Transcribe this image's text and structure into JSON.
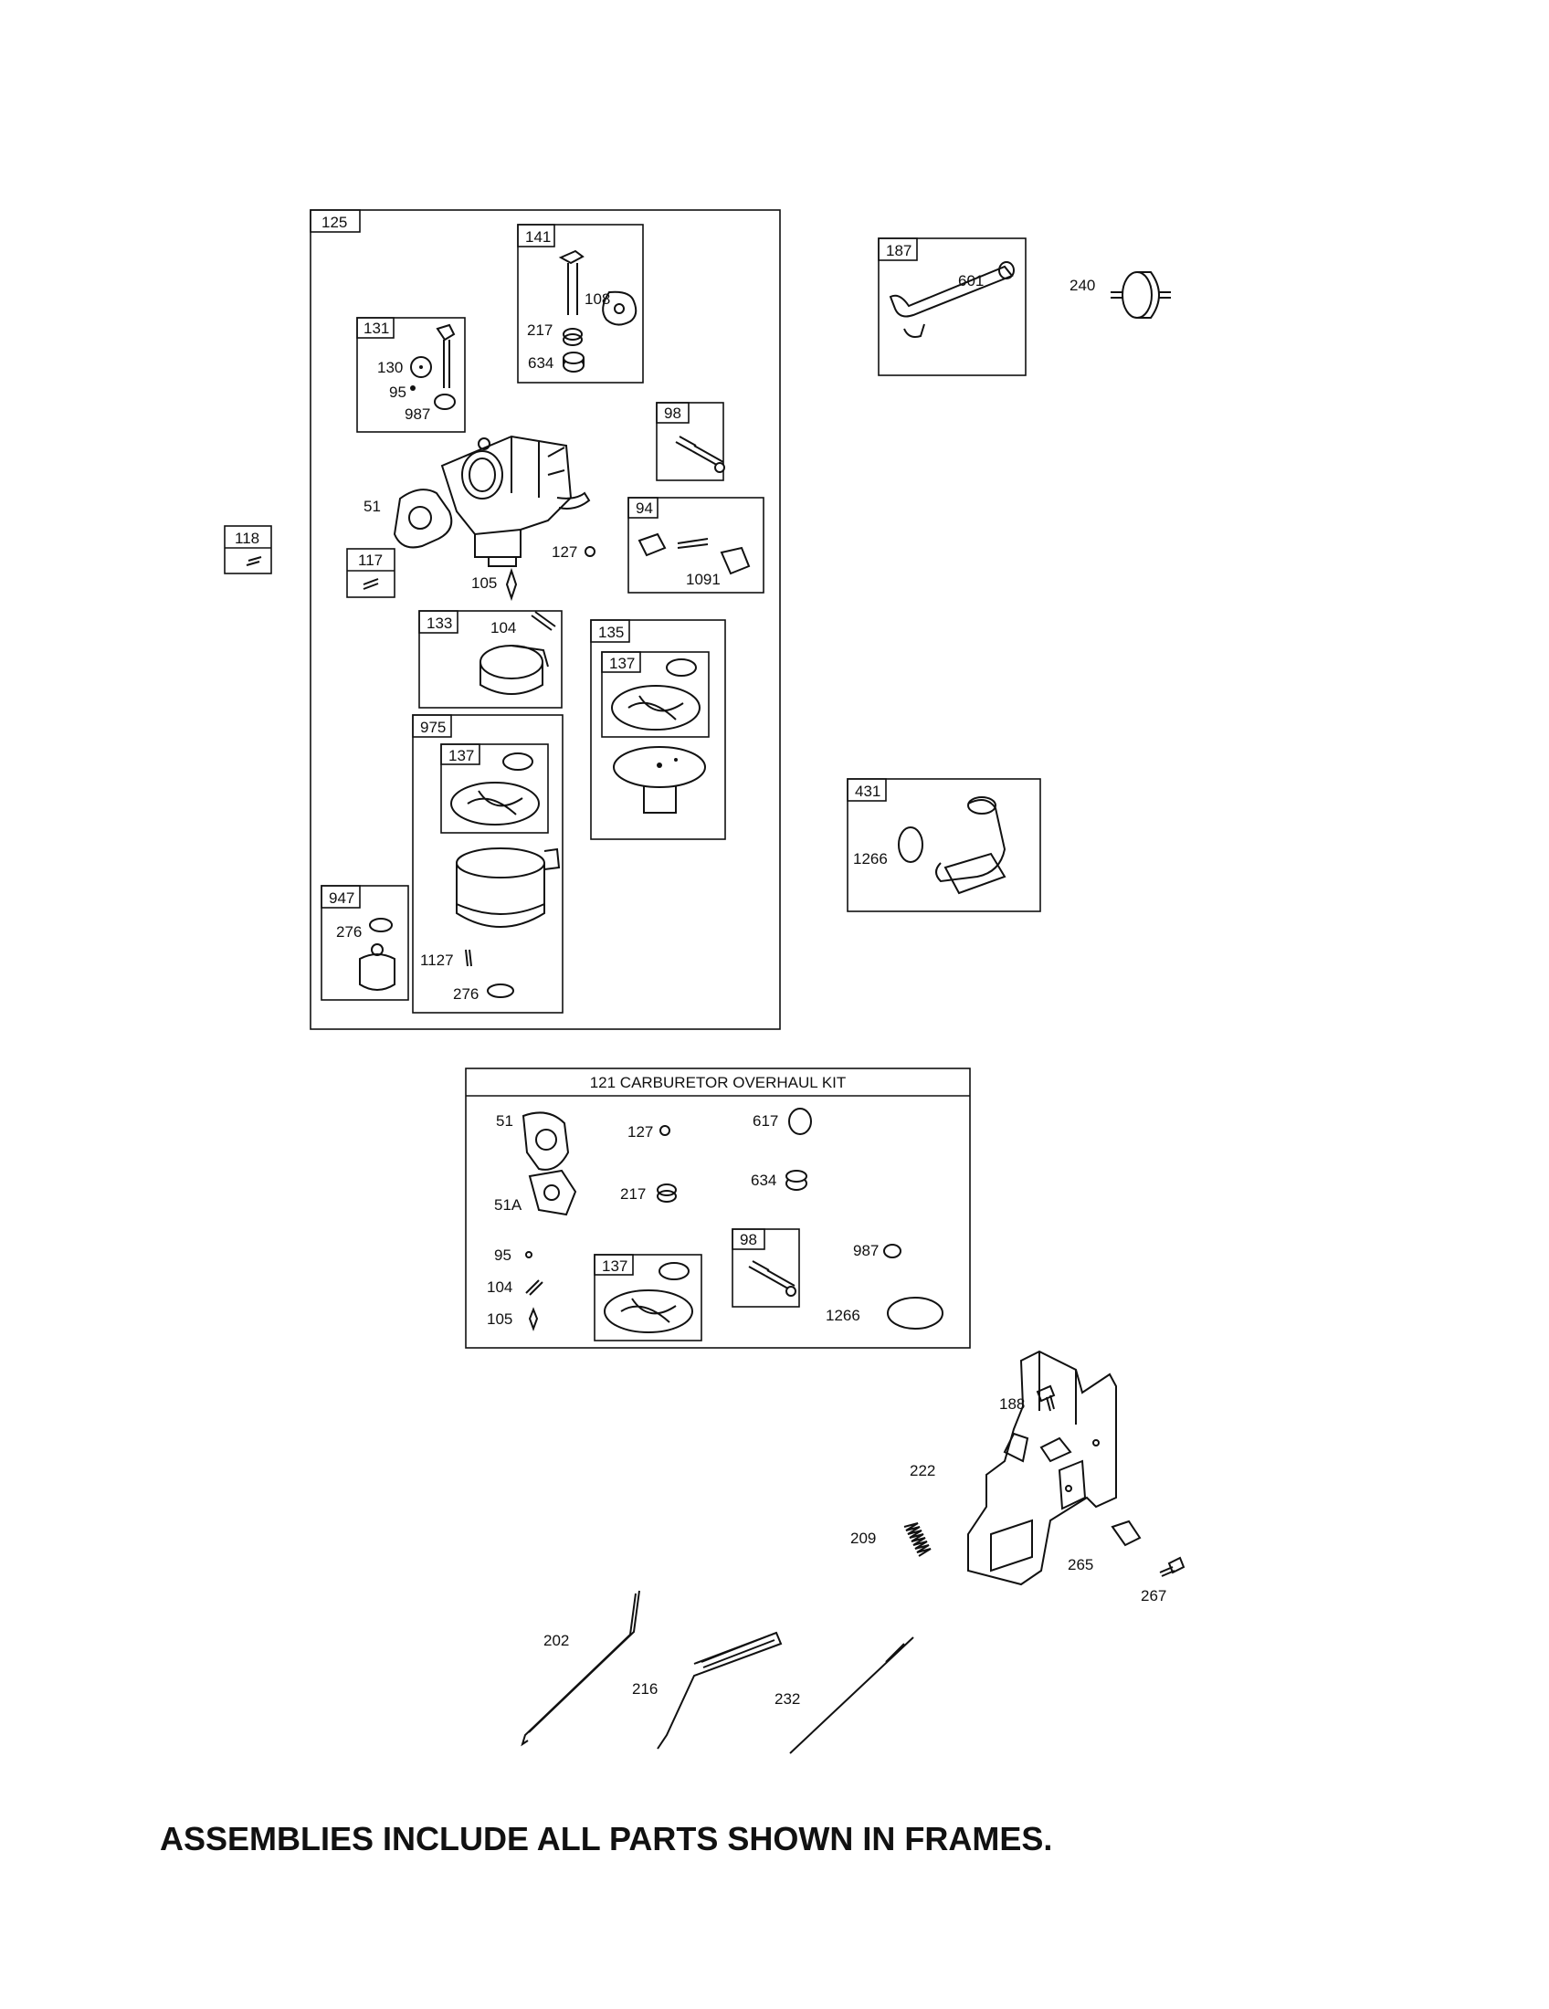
{
  "frames": [
    {
      "id": "125",
      "label": "125"
    },
    {
      "id": "141",
      "label": "141"
    },
    {
      "id": "131",
      "label": "131"
    },
    {
      "id": "98a",
      "label": "98"
    },
    {
      "id": "94",
      "label": "94"
    },
    {
      "id": "118",
      "label": "118"
    },
    {
      "id": "117",
      "label": "117"
    },
    {
      "id": "133",
      "label": "133"
    },
    {
      "id": "135",
      "label": "135"
    },
    {
      "id": "137a",
      "label": "137"
    },
    {
      "id": "975",
      "label": "975"
    },
    {
      "id": "137b",
      "label": "137"
    },
    {
      "id": "947",
      "label": "947"
    },
    {
      "id": "187",
      "label": "187"
    },
    {
      "id": "431",
      "label": "431"
    },
    {
      "id": "137c",
      "label": "137"
    },
    {
      "id": "98b",
      "label": "98"
    }
  ],
  "kit": {
    "title": "121 CARBURETOR OVERHAUL KIT"
  },
  "labels": {
    "p108": "108",
    "p217a": "217",
    "p634a": "634",
    "p130": "130",
    "p95a": "95",
    "p987a": "987",
    "p51a": "51",
    "p127a": "127",
    "p105a": "105",
    "p1091": "1091",
    "p104a": "104",
    "p276a": "276",
    "p1127": "1127",
    "p276b": "276",
    "p601": "601",
    "p240": "240",
    "p1266a": "1266",
    "k51": "51",
    "k127": "127",
    "k617": "617",
    "k51A": "51A",
    "k217": "217",
    "k634": "634",
    "k95": "95",
    "k104": "104",
    "k105": "105",
    "k987": "987",
    "k1266": "1266",
    "p188": "188",
    "p222": "222",
    "p209": "209",
    "p265": "265",
    "p267": "267",
    "p202": "202",
    "p216": "216",
    "p232": "232"
  },
  "footer": "ASSEMBLIES INCLUDE ALL PARTS SHOWN IN FRAMES."
}
